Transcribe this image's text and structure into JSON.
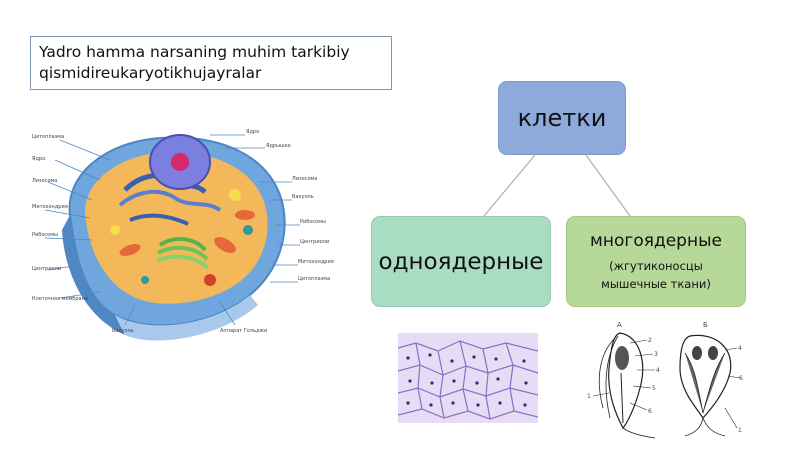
{
  "slide": {
    "heading_line1": "Yadro hamma narsaning muhim tarkibiy",
    "heading_line2": "qismidireukaryotikhujayralar"
  },
  "diagram": {
    "root": "клетки",
    "left_child": "одноядерные",
    "right_child": {
      "title": "многоядерные",
      "note_line1": "(жгутиконосцы",
      "note_line2": "мышечные ткани)"
    }
  },
  "cell_labels": [
    "Цитоплазма",
    "Клеточная мембрана",
    "Ядро",
    "Ядрышко",
    "Лизосома",
    "Митохондрия",
    "Рибосомы",
    "Центриоли",
    "Аппарат Гольджи",
    "Вакуоль"
  ],
  "flagellate_labels": [
    "А",
    "Б",
    "1",
    "2",
    "3",
    "4",
    "5",
    "6"
  ],
  "colors": {
    "root_fill": "#8ea9db",
    "left_fill": "#a9dcc2",
    "right_fill": "#b6d99a",
    "connector": "#c0a8a0"
  }
}
